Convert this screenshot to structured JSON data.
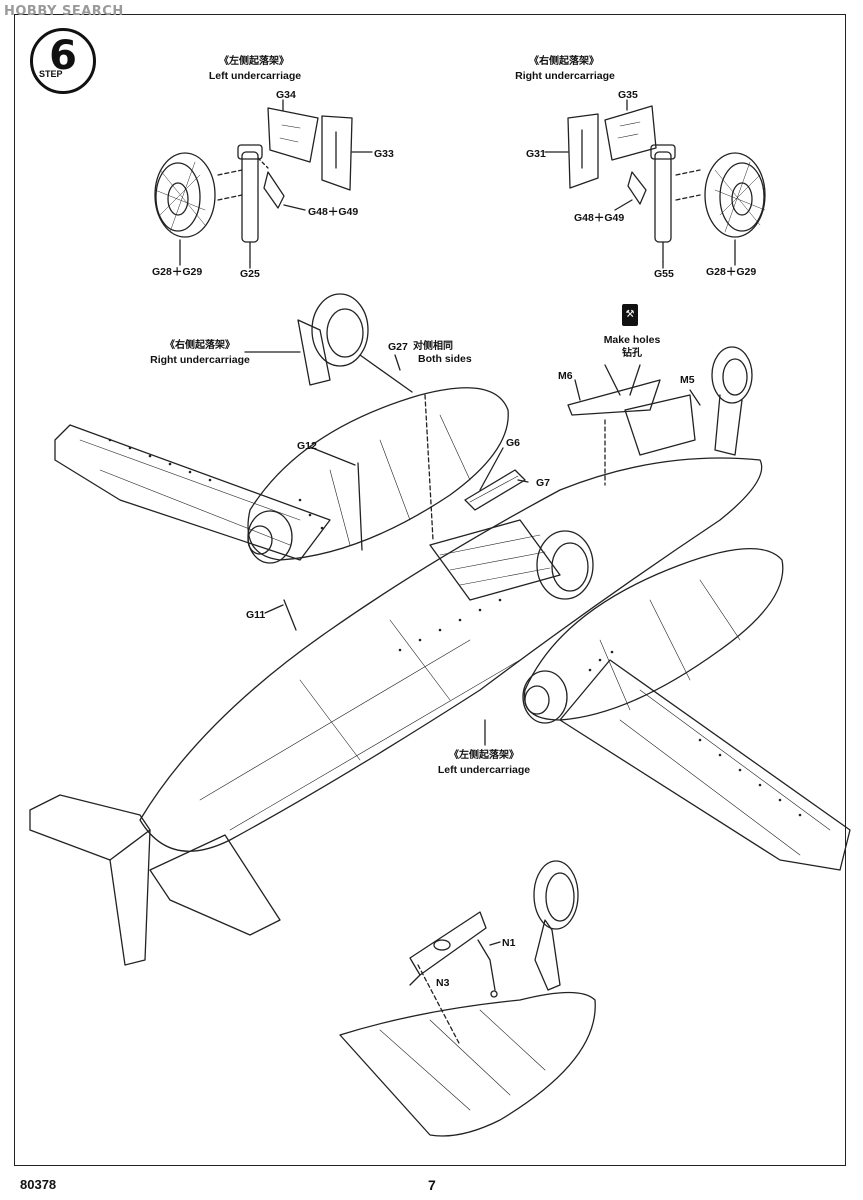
{
  "watermark": "HOBBY SEARCH",
  "step": {
    "number": "6",
    "word": "STEP"
  },
  "labels": {
    "left_uc_top_cn": "《左侧起落架》",
    "left_uc_top_en": "Left undercarriage",
    "right_uc_top_cn": "《右侧起落架》",
    "right_uc_top_en": "Right undercarriage",
    "right_uc_mid_cn": "《右侧起落架》",
    "right_uc_mid_en": "Right undercarriage",
    "left_uc_bottom_cn": "《左侧起落架》",
    "left_uc_bottom_en": "Left undercarriage",
    "make_holes_en": "Make holes",
    "make_holes_cn": "钻孔",
    "both_sides_cn": "对侧相同",
    "both_sides_en": "Both sides"
  },
  "parts": {
    "g34": "G34",
    "g33": "G33",
    "g48g49_l": "G48＋G49",
    "g28g29_l": "G28＋G29",
    "g25": "G25",
    "g35": "G35",
    "g31": "G31",
    "g48g49_r": "G48＋G49",
    "g55": "G55",
    "g28g29_r": "G28＋G29",
    "g27": "G27",
    "m6": "M6",
    "m5": "M5",
    "g12": "G12",
    "g6": "G6",
    "g7": "G7",
    "g11": "G11",
    "n1": "N1",
    "n3": "N3"
  },
  "footer": {
    "code": "80378",
    "page": "7"
  }
}
